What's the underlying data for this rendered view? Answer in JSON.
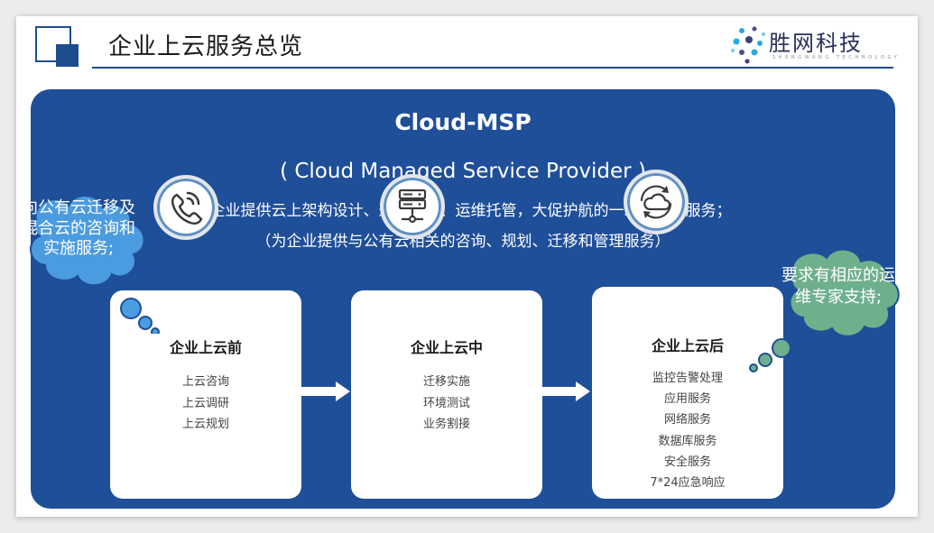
{
  "header": {
    "title": "企业上云服务总览",
    "logo_name": "胜网科技",
    "logo_sub": "SHENGWANG TECHNOLOGY"
  },
  "panel": {
    "title": "Cloud-MSP",
    "subtitle": "( Cloud Managed Service Provider )",
    "line1": "为企业提供云上架构设计、迁移支持、运维托管，大促护航的一站式综合服务；",
    "line2": "（为企业提供与公有云相关的咨询、规划、迁移和管理服务）"
  },
  "stages": [
    {
      "icon": "phone-call-icon",
      "title": "企业上云前",
      "items": [
        "上云咨询",
        "上云调研",
        "上云规划"
      ]
    },
    {
      "icon": "server-icon",
      "title": "企业上云中",
      "items": [
        "迁移实施",
        "环境测试",
        "业务割接"
      ]
    },
    {
      "icon": "cloud-cycle-icon",
      "title": "企业上云后",
      "items": [
        "监控告警处理",
        "应用服务",
        "网络服务",
        "数据库服务",
        "安全服务",
        "7*24应急响应"
      ]
    }
  ],
  "callouts": {
    "left": "向公有云迁移及混合云的咨询和实施服务;",
    "right": "要求有相应的运维专家支持;"
  },
  "colors": {
    "panel": "#1f4f98",
    "left_cloud": "#4b9be0",
    "right_cloud": "#6fb08c",
    "accent": "#1d4d8c"
  }
}
